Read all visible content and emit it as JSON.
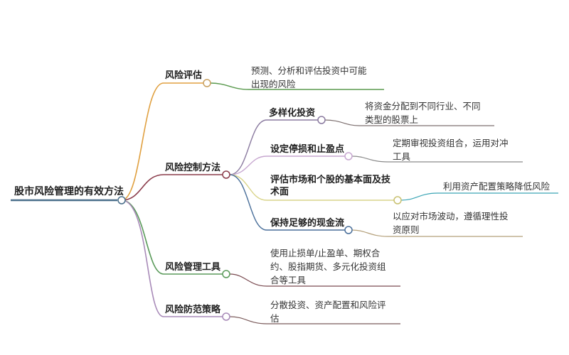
{
  "root": {
    "label": "股市风险管理的有效方法",
    "color": "#4a6f8a"
  },
  "branches": [
    {
      "label": "风险评估",
      "color": "#e0a040",
      "children": [
        {
          "lines": [
            "预测、分析和评估投资中可能",
            "出现的风险"
          ],
          "color": "#5a9a4e"
        }
      ]
    },
    {
      "label": "风险控制方法",
      "color": "#8a3b4a",
      "subtopics": [
        {
          "label": "多样化投资",
          "color": "#8b7ba0",
          "leaf": {
            "lines": [
              "将资金分配到不同行业、不同",
              "类型的股票上"
            ],
            "color": "#7d6f6f"
          }
        },
        {
          "label": "设定停损和止盈点",
          "color": "#c7a7d0",
          "leaf": {
            "lines": [
              "定期审视投资组合，运用对冲",
              "工具"
            ],
            "color": "#8a8a8a"
          }
        },
        {
          "label_lines": [
            "评估市场和个股的基本面及技",
            "术面"
          ],
          "color": "#d9d48a",
          "leaf": {
            "lines": [
              "利用资产配置策略降低风险"
            ],
            "color": "#3ba5b5"
          }
        },
        {
          "label": "保持足够的现金流",
          "color": "#4a6f9a",
          "leaf": {
            "lines": [
              "以应对市场波动，遵循理性投",
              "资原则"
            ],
            "color": "#b4a07a"
          }
        }
      ]
    },
    {
      "label": "风险管理工具",
      "color": "#5a9a5a",
      "children": [
        {
          "lines": [
            "使用止损单/止盈单、期权合",
            "约、股指期货、多元化投资组",
            "合等工具"
          ],
          "color": "#7a4a50"
        }
      ]
    },
    {
      "label": "风险防范策略",
      "color": "#a88ab8",
      "children": [
        {
          "lines": [
            "分散投资、资产配置和风险评",
            "估"
          ],
          "color": "#7a5a5a"
        }
      ]
    }
  ]
}
